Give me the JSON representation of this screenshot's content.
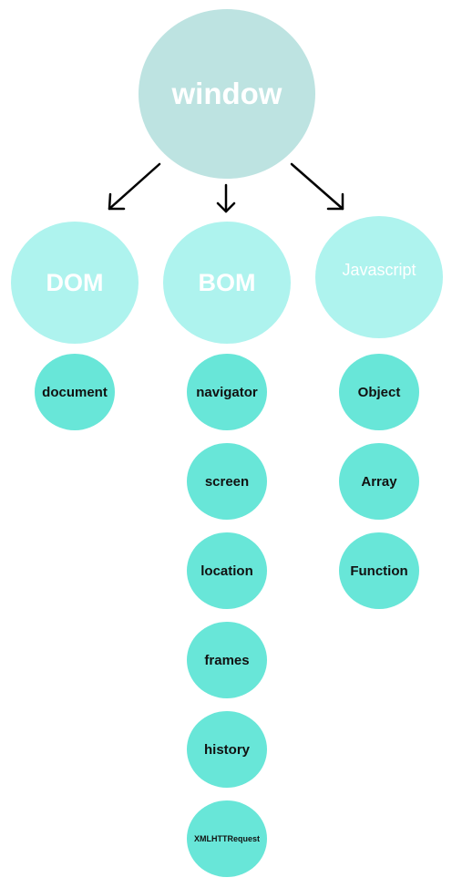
{
  "root": {
    "label": "window"
  },
  "categories": [
    {
      "label": "DOM",
      "children": [
        "document"
      ]
    },
    {
      "label": "BOM",
      "children": [
        "navigator",
        "screen",
        "location",
        "frames",
        "history",
        "XMLHTTRequest"
      ]
    },
    {
      "label": "Javascript",
      "children": [
        "Object",
        "Array",
        "Function"
      ]
    }
  ],
  "colors": {
    "root": "#bde3e1",
    "category": "#aef3ee",
    "leaf": "#68e6d8",
    "arrow": "#000000"
  },
  "icons": [
    "arrow-down-left-icon",
    "arrow-down-icon",
    "arrow-down-right-icon"
  ]
}
